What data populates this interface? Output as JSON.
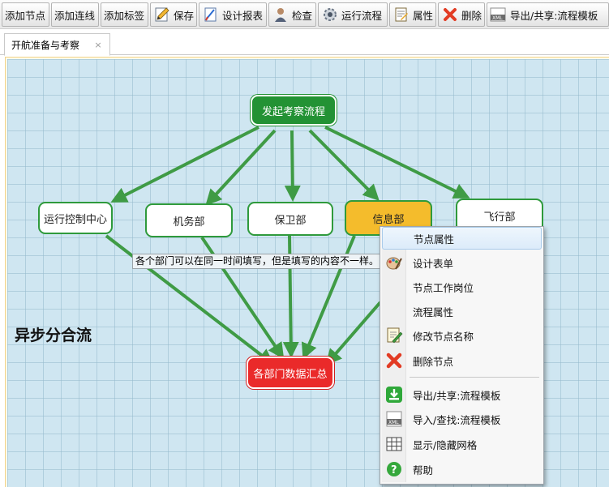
{
  "toolbar": {
    "add_node": "添加节点",
    "add_line": "添加连线",
    "add_label": "添加标签",
    "save": "保存",
    "design_report": "设计报表",
    "check": "检查",
    "run_flow": "运行流程",
    "properties": "属性",
    "delete": "删除",
    "export_share": "导出/共享:流程模板"
  },
  "tab": {
    "label": "开航准备与考察",
    "close": "×"
  },
  "flow": {
    "start_node": "发起考察流程",
    "nodes": [
      "运行控制中心",
      "机务部",
      "保卫部",
      "信息部",
      "飞行部"
    ],
    "end_node": "各部门数据汇总",
    "edge_label": "各个部门可以在同一时间填写，但是填写的内容不一样。",
    "lane_title": "异步分合流"
  },
  "context_menu": {
    "items": [
      {
        "label": "节点属性",
        "icon": "none"
      },
      {
        "label": "设计表单",
        "icon": "palette-icon"
      },
      {
        "label": "节点工作岗位",
        "icon": "none"
      },
      {
        "label": "流程属性",
        "icon": "none"
      },
      {
        "label": "修改节点名称",
        "icon": "edit-doc-icon"
      },
      {
        "label": "删除节点",
        "icon": "red-x-icon"
      },
      {
        "label": "导出/共享:流程模板",
        "icon": "green-download-icon"
      },
      {
        "label": "导入/查找:流程模板",
        "icon": "xml-icon"
      },
      {
        "label": "显示/隐藏网格",
        "icon": "grid-icon"
      },
      {
        "label": "帮助",
        "icon": "help-icon"
      }
    ]
  },
  "colors": {
    "edge": "#3f9b45",
    "start_fill": "#239234",
    "selected_fill": "#f4bc2c",
    "end_fill": "#ea2a2a",
    "canvas": "#cfe6f1"
  }
}
